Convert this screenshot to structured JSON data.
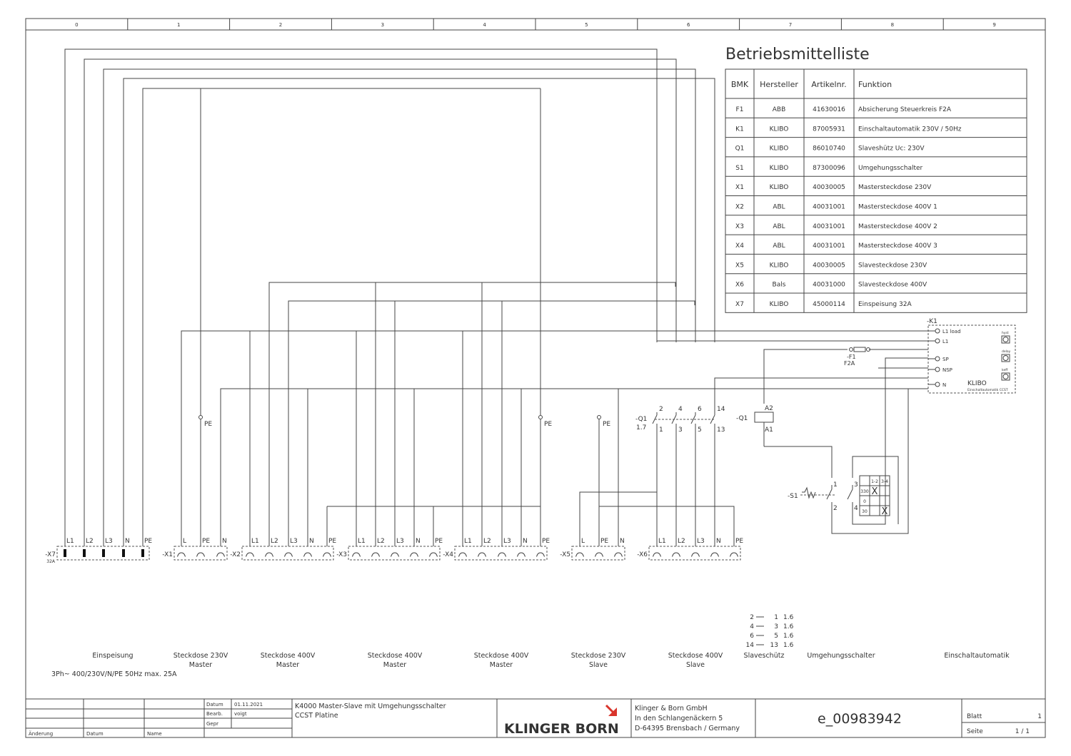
{
  "grid": [
    "0",
    "1",
    "2",
    "3",
    "4",
    "5",
    "6",
    "7",
    "8",
    "9"
  ],
  "parts_list": {
    "title": "Betriebsmittelliste",
    "headers": [
      "BMK",
      "Hersteller",
      "Artikelnr.",
      "Funktion"
    ],
    "rows": [
      [
        "F1",
        "ABB",
        "41630016",
        "Absicherung Steuerkreis F2A"
      ],
      [
        "K1",
        "KLIBO",
        "87005931",
        "Einschaltautomatik 230V / 50Hz"
      ],
      [
        "Q1",
        "KLIBO",
        "86010740",
        "Slaveshütz Uc: 230V"
      ],
      [
        "S1",
        "KLIBO",
        "87300096",
        "Umgehungsschalter"
      ],
      [
        "X1",
        "KLIBO",
        "40030005",
        "Mastersteckdose 230V"
      ],
      [
        "X2",
        "ABL",
        "40031001",
        "Mastersteckdose 400V 1"
      ],
      [
        "X3",
        "ABL",
        "40031001",
        "Mastersteckdose 400V 2"
      ],
      [
        "X4",
        "ABL",
        "40031001",
        "Mastersteckdose 400V 3"
      ],
      [
        "X5",
        "KLIBO",
        "40030005",
        "Slavesteckdose 230V"
      ],
      [
        "X6",
        "Bals",
        "40031000",
        "Slavesteckdose 400V"
      ],
      [
        "X7",
        "KLIBO",
        "45000114",
        "Einspeisung 32A"
      ]
    ]
  },
  "terminal_blocks": [
    {
      "id": "-X7",
      "sub": "32A",
      "pins": [
        "L1",
        "L2",
        "L3",
        "N",
        "PE"
      ]
    },
    {
      "id": "-X1",
      "pins": [
        "L",
        "PE",
        "N"
      ]
    },
    {
      "id": "-X2",
      "pins": [
        "L1",
        "L2",
        "L3",
        "N",
        "PE"
      ]
    },
    {
      "id": "-X3",
      "pins": [
        "L1",
        "L2",
        "L3",
        "N",
        "PE"
      ]
    },
    {
      "id": "-X4",
      "pins": [
        "L1",
        "L2",
        "L3",
        "N",
        "PE"
      ]
    },
    {
      "id": "-X5",
      "pins": [
        "L",
        "PE",
        "N"
      ]
    },
    {
      "id": "-X6",
      "pins": [
        "L1",
        "L2",
        "L3",
        "N",
        "PE"
      ]
    }
  ],
  "pe_label": "PE",
  "k1": {
    "id": "-K1",
    "pins": [
      "L1 load",
      "L1",
      "SP",
      "NSP",
      "N"
    ],
    "brand": "KLIBO",
    "sub": "Einschaltautomatik CCST",
    "knobs": [
      "hyst",
      "delay",
      "keff"
    ]
  },
  "f1": {
    "id": "-F1",
    "rating": "F2A"
  },
  "q1": {
    "id": "-Q1",
    "ref": "1.7",
    "top": [
      "2",
      "4",
      "6",
      "14"
    ],
    "bottom": [
      "1",
      "3",
      "5",
      "13"
    ],
    "coil_id": "-Q1",
    "coil_top": "A2",
    "coil_bottom": "A1"
  },
  "s1": {
    "id": "-S1",
    "pins": [
      "1",
      "3",
      "2",
      "4"
    ],
    "table_header": [
      "1-2",
      "3-4"
    ],
    "table_rows": [
      "330",
      "0",
      "30"
    ],
    "mark": "X"
  },
  "contact_map": [
    [
      "2",
      "1",
      "1.6"
    ],
    [
      "4",
      "3",
      "1.6"
    ],
    [
      "6",
      "5",
      "1.6"
    ],
    [
      "14",
      "13",
      "1.6"
    ]
  ],
  "function_labels": [
    [
      "Einspeisung",
      ""
    ],
    [
      "Steckdose 230V",
      "Master"
    ],
    [
      "Steckdose 400V",
      "Master"
    ],
    [
      "Steckdose 400V",
      "Master"
    ],
    [
      "Steckdose 400V",
      "Master"
    ],
    [
      "Steckdose 230V",
      "Slave"
    ],
    [
      "Steckdose 400V",
      "Slave"
    ],
    [
      "Slaveschütz",
      ""
    ],
    [
      "Umgehungsschalter",
      ""
    ],
    [
      "Einschaltautomatik",
      ""
    ]
  ],
  "supply_note": "3Ph~ 400/230V/N/PE 50Hz max. 25A",
  "title_block": {
    "change_labels": [
      "Änderung",
      "Datum",
      "Name"
    ],
    "date_label": "Datum",
    "date_value": "01.11.2021",
    "edit_label": "Bearb.",
    "edit_value": "voigt",
    "check_label": "Gepr",
    "title_line1": "K4000 Master-Slave mit Umgehungsschalter",
    "title_line2": "CCST Platine",
    "logo_text": "KLINGER BORN",
    "company_lines": [
      "Klinger & Born GmbH",
      "In den Schlangenäckern 5",
      "D-64395 Brensbach / Germany"
    ],
    "doc_number": "e_00983942",
    "sheet_label": "Blatt",
    "sheet_value": "1",
    "page_label": "Seite",
    "page_value": "1 / 1"
  },
  "colors": {
    "line": "#444444",
    "logo_arrow": "#d9342b"
  }
}
